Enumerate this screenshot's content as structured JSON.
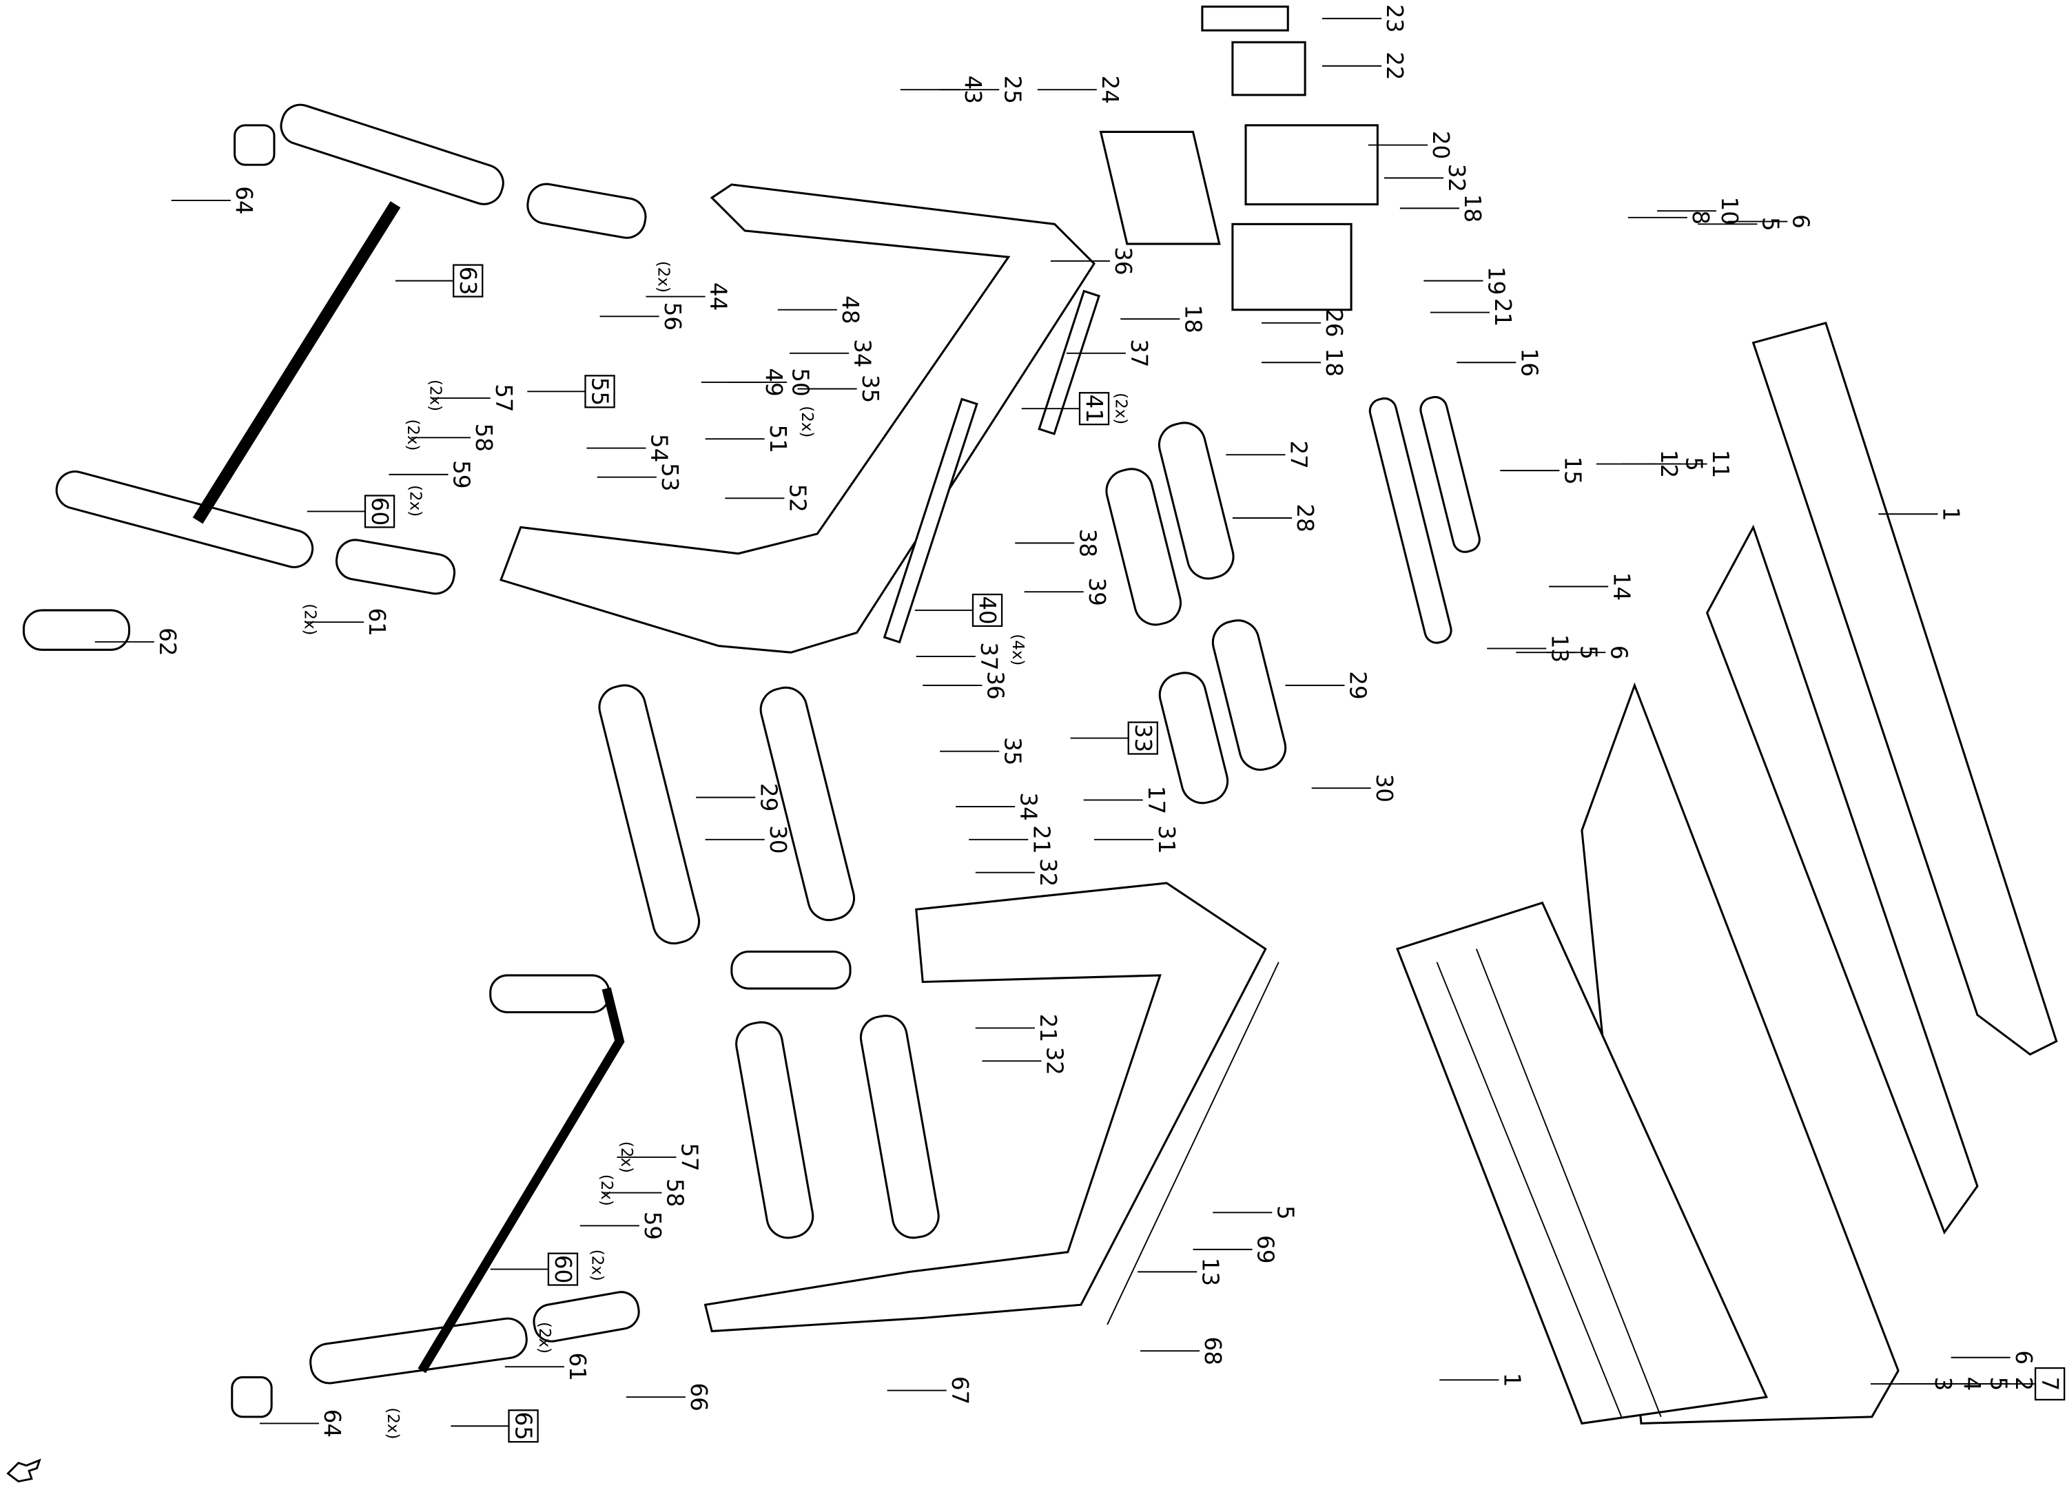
{
  "diagram": {
    "type": "exploded parts diagram",
    "labels": [
      "23",
      "22",
      "20",
      "32",
      "18",
      "19",
      "21",
      "26",
      "18",
      "16",
      "15",
      "14",
      "24",
      "25",
      "43",
      "36",
      "37",
      "18",
      "41",
      "(2x)",
      "27",
      "28",
      "38",
      "39",
      "40",
      "(4x)",
      "37",
      "36",
      "35",
      "34",
      "21",
      "32",
      "17",
      "31",
      "33",
      "29",
      "30",
      "29",
      "30",
      "64",
      "63",
      "44",
      "56",
      "(2x)",
      "48",
      "34",
      "49",
      "50",
      "51",
      "35",
      "(2x)",
      "55",
      "54",
      "53",
      "52",
      "57",
      "(2x)",
      "58",
      "(2x)",
      "59",
      "(2x)",
      "60",
      "61",
      "(2x)",
      "62",
      "10",
      "5",
      "6",
      "8",
      "12",
      "11",
      "5",
      "1",
      "13",
      "5",
      "6",
      "2",
      "1",
      "3",
      "4",
      "5",
      "6",
      "7",
      "13",
      "69",
      "5",
      "68",
      "67",
      "66",
      "65",
      "(2x)",
      "64",
      "61",
      "(2x)",
      "60",
      "(2x)",
      "59",
      "58",
      "(2x)",
      "57",
      "(2x)",
      "21",
      "32"
    ],
    "boxed_labels": [
      "41",
      "40",
      "33",
      "63",
      "55",
      "60",
      "7",
      "65"
    ],
    "corner_icon": "hand-pointer-icon"
  }
}
